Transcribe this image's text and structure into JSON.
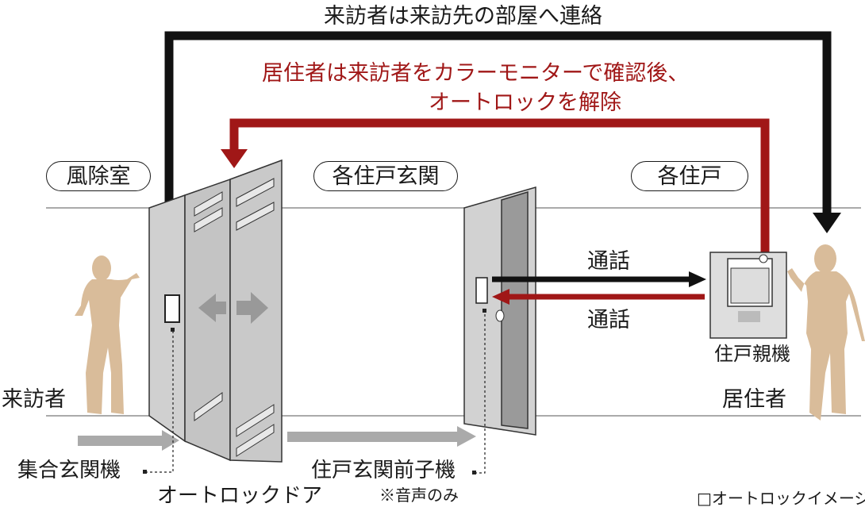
{
  "top_caption": "来訪者は来訪先の部屋へ連絡",
  "red_caption": {
    "line1": "居住者は来訪者をカラーモニターで確認後、",
    "line2": "オートロックを解除"
  },
  "areas": {
    "windbreak_room": "風除室",
    "unit_entrance": "各住戸玄関",
    "each_unit": "各住戸"
  },
  "call_labels": {
    "upper": "通話",
    "lower": "通話"
  },
  "people": {
    "visitor": "来訪者",
    "resident": "居住者"
  },
  "devices": {
    "main_entrance_unit": "集合玄関機",
    "autolock_door": "オートロックドア",
    "entrance_sub_unit": "住戸玄関前子機",
    "voice_only_note": "※音声のみ",
    "master_unit": "住戸親機"
  },
  "legend": "□オートロックイメージ",
  "colors": {
    "black_route": "#111111",
    "red_route": "#a01717",
    "figure": "#d9bc9a",
    "door_gray": "#c8c8c8",
    "arrow_gray": "#a8a8a8"
  }
}
